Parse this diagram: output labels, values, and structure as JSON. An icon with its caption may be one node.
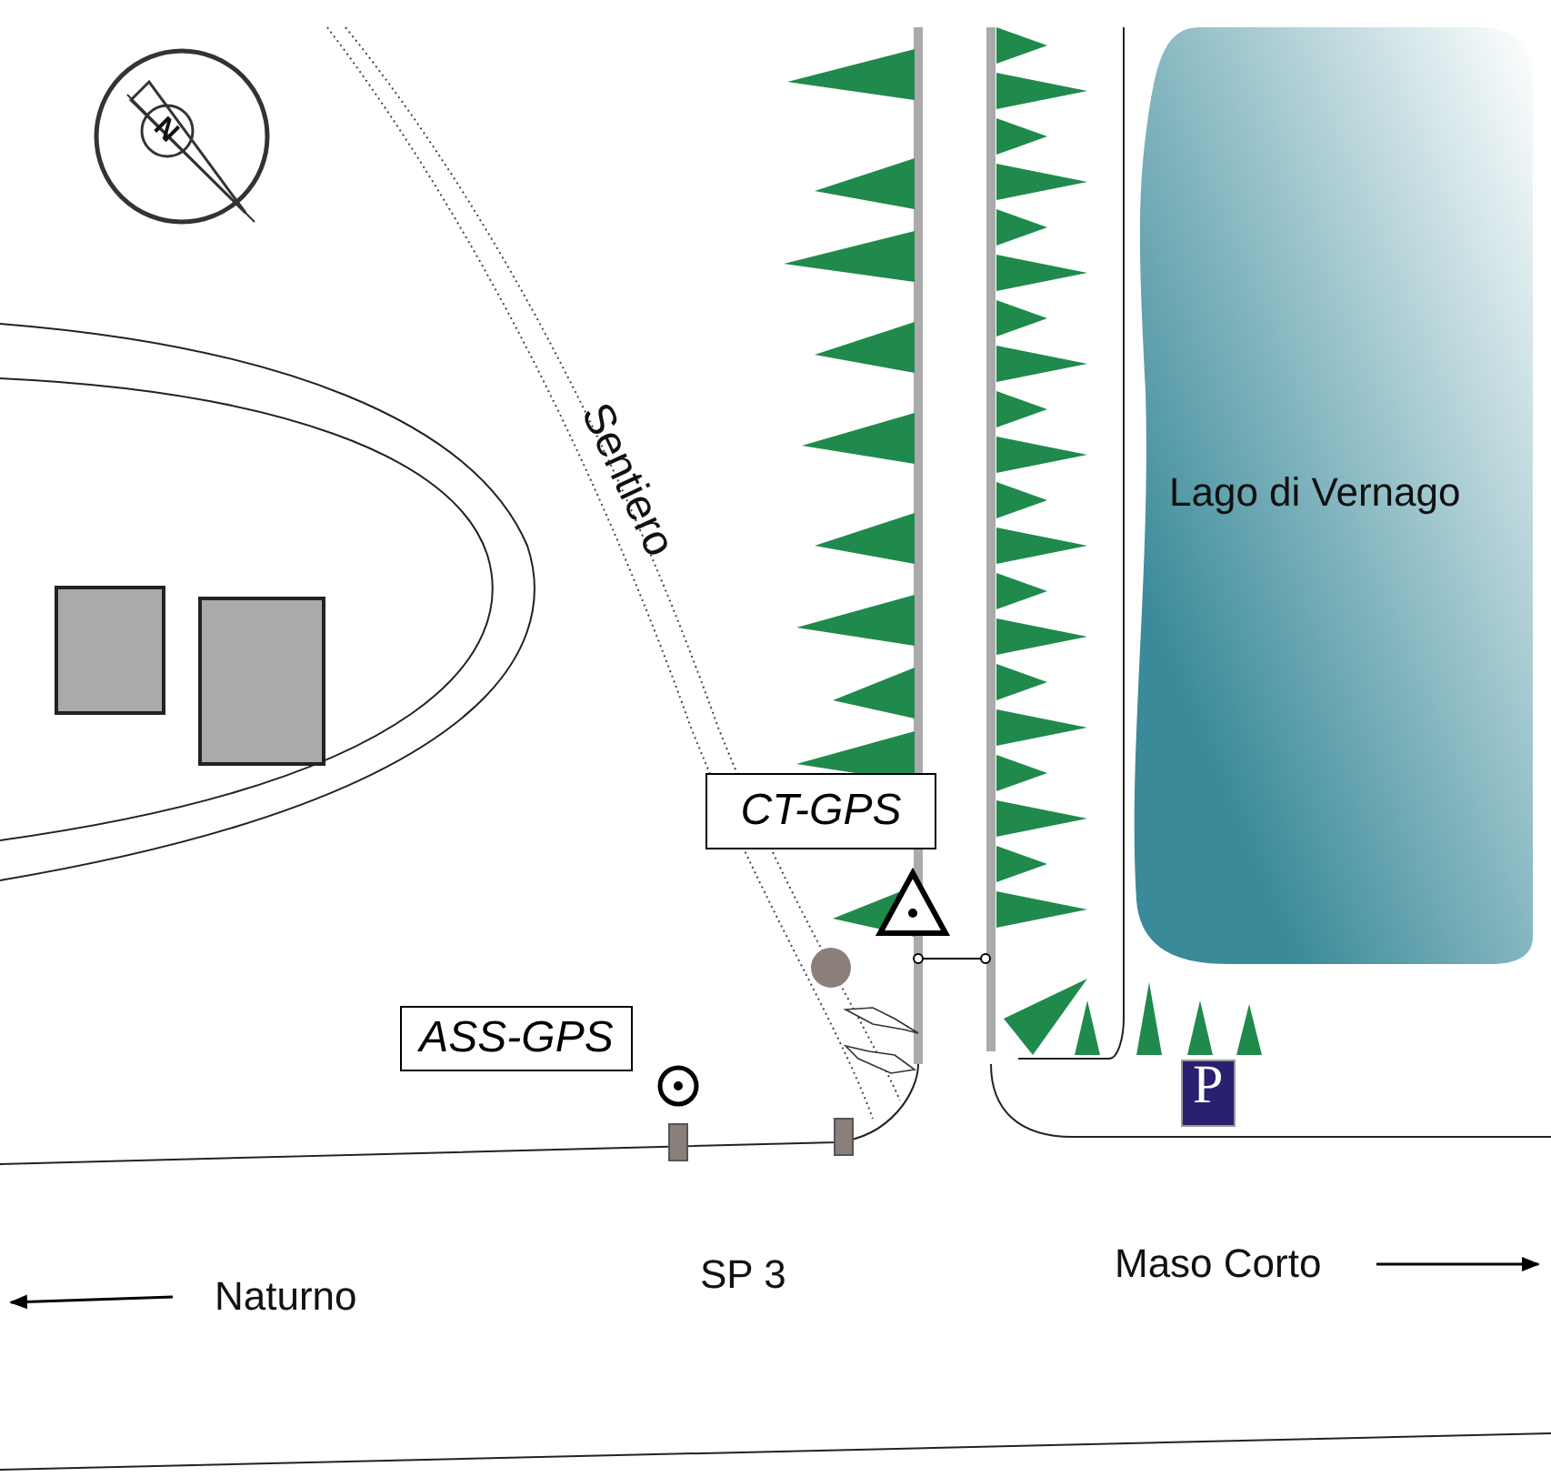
{
  "diagram": {
    "nodes": [
      {
        "text": [
          "CT-GPS"
        ]
      },
      {
        "text": [
          "ASS-GPS"
        ]
      },
      {
        "text": [
          "Lago di Vernago"
        ]
      }
    ],
    "labels": [
      "N",
      "Sentiero",
      "P",
      "Naturno",
      "SP 3",
      "Maso Corto"
    ]
  }
}
